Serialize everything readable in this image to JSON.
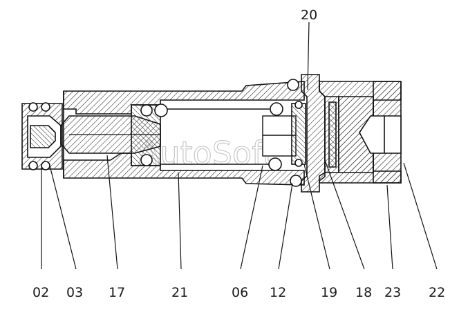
{
  "diagram": {
    "watermark": "AutoSoft",
    "callouts": {
      "top": [
        "20"
      ],
      "bottom": [
        "02",
        "03",
        "17",
        "21",
        "06",
        "12",
        "19",
        "18",
        "23",
        "22"
      ]
    }
  }
}
